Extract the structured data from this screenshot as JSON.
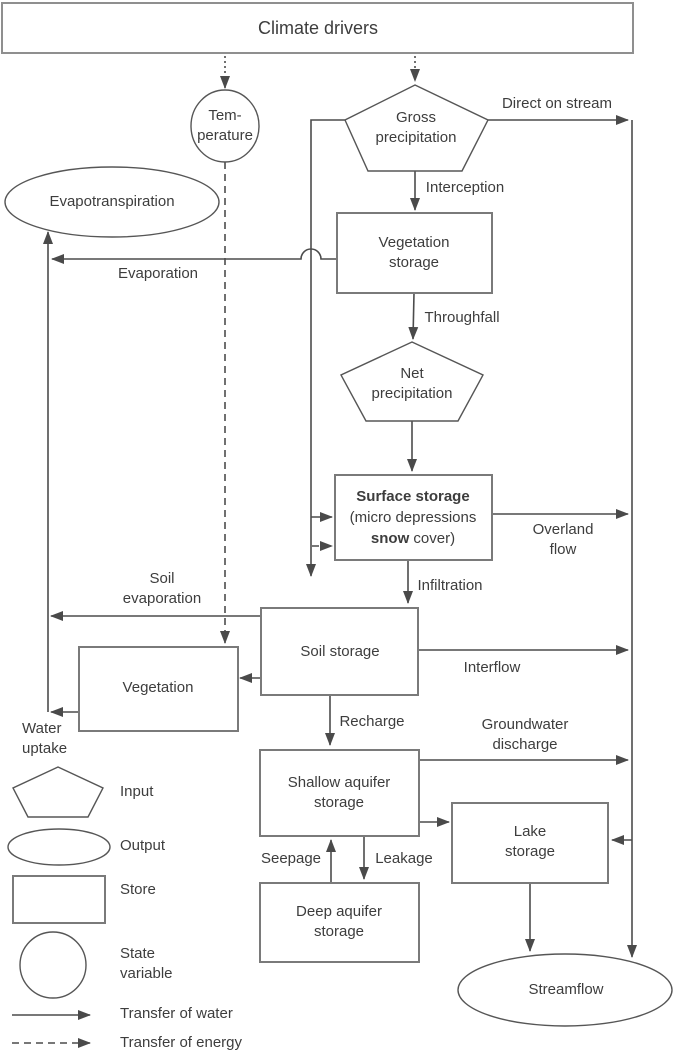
{
  "colors": {
    "line": "#4c4c4c",
    "box_border": "#7a7a7a",
    "text": "#3d3d3d",
    "background": "#ffffff"
  },
  "nodes": {
    "climate_drivers": {
      "label": "Climate drivers"
    },
    "temperature": {
      "label": "Tem-\nperature"
    },
    "gross_precipitation": {
      "label": "Gross\nprecipitation"
    },
    "evapotranspiration": {
      "label": "Evapotranspiration"
    },
    "vegetation_storage": {
      "label": "Vegetation\nstorage"
    },
    "net_precipitation": {
      "label": "Net\nprecipitation"
    },
    "surface_storage": {
      "line1": "Surface storage",
      "line2": "(micro depressions",
      "line3_bold": "snow",
      "line3_rest": " cover)"
    },
    "soil_storage": {
      "label": "Soil storage"
    },
    "vegetation": {
      "label": "Vegetation"
    },
    "shallow_aquifer": {
      "label": "Shallow aquifer\nstorage"
    },
    "lake_storage": {
      "label": "Lake\nstorage"
    },
    "deep_aquifer": {
      "label": "Deep aquifer\nstorage"
    },
    "streamflow": {
      "label": "Streamflow"
    }
  },
  "flow_labels": {
    "direct_on_stream": "Direct on stream",
    "interception": "Interception",
    "evaporation": "Evaporation",
    "throughfall": "Throughfall",
    "overland_flow": "Overland\nflow",
    "infiltration": "Infiltration",
    "soil_evaporation": "Soil\nevaporation",
    "interflow": "Interflow",
    "recharge": "Recharge",
    "groundwater_discharge": "Groundwater\ndischarge",
    "water_uptake": "Water\nuptake",
    "seepage": "Seepage",
    "leakage": "Leakage"
  },
  "legend": {
    "input": "Input",
    "output": "Output",
    "store": "Store",
    "state_variable": "State\nvariable",
    "transfer_of_water": "Transfer of water",
    "transfer_of_energy": "Transfer of energy"
  }
}
